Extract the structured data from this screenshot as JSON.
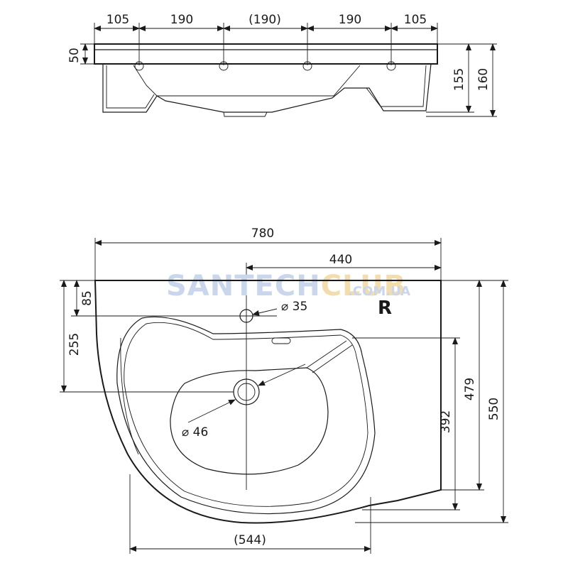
{
  "top_view": {
    "widths": [
      "105",
      "190",
      "(190)",
      "190",
      "105"
    ],
    "left_height": "50",
    "right_heights": [
      "155",
      "160"
    ]
  },
  "plan_view": {
    "overall_width": "780",
    "partial_width": "440",
    "left_dims": [
      "85",
      "255"
    ],
    "right_dims": [
      "392",
      "479",
      "550"
    ],
    "bottom_width": "(544)",
    "hole_small": "⌀ 35",
    "hole_large": "⌀ 46",
    "side_label": "R"
  },
  "watermark": {
    "main_a": "SANTECH",
    "main_b": "CLUB",
    "suffix": ".COM.UA",
    "colors": {
      "a": "#c9d6ec",
      "b": "#f3dcae",
      "c": "#c9d6ec"
    }
  }
}
